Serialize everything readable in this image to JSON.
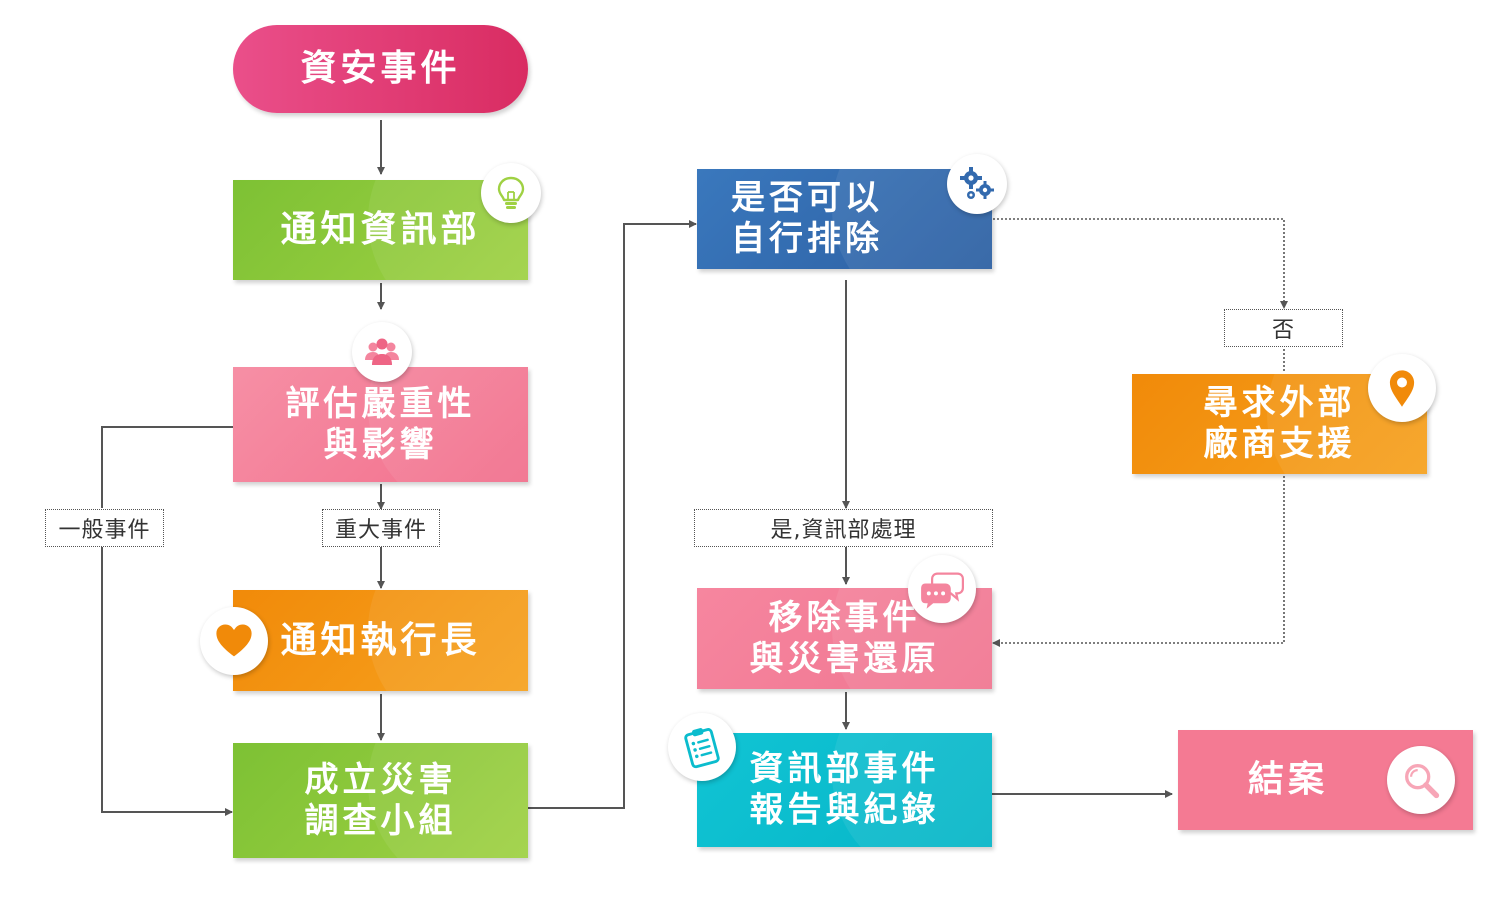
{
  "nodes": {
    "start": "資安事件",
    "notify_it": "通知資訊部",
    "assess": [
      "評估嚴重性",
      "與影響"
    ],
    "notify_ceo": "通知執行長",
    "team": [
      "成立災害",
      "調查小組"
    ],
    "self_fix": [
      "是否可以",
      "自行排除"
    ],
    "vendor": [
      "尋求外部",
      "廠商支援"
    ],
    "remove": [
      "移除事件",
      "與災害還原"
    ],
    "report": [
      "資訊部事件",
      "報告與紀錄"
    ],
    "close": "結案"
  },
  "conditions": {
    "general": "一般事件",
    "major": "重大事件",
    "yes_it": "是,資訊部處理",
    "no": "否"
  },
  "icons": {
    "notify_it": "lightbulb-icon",
    "assess": "people-icon",
    "notify_ceo": "heart-icon",
    "self_fix": "gears-icon",
    "vendor": "location-pin-icon",
    "remove": "chat-bubbles-icon",
    "report": "checklist-icon",
    "close": "magnifier-icon"
  },
  "colors": {
    "start": "#de3a70",
    "green": "#8bc83b",
    "pink": "#f47b95",
    "orange": "#f39015",
    "blue": "#336aae",
    "cyan": "#0bbccd",
    "connector": "#555555"
  }
}
